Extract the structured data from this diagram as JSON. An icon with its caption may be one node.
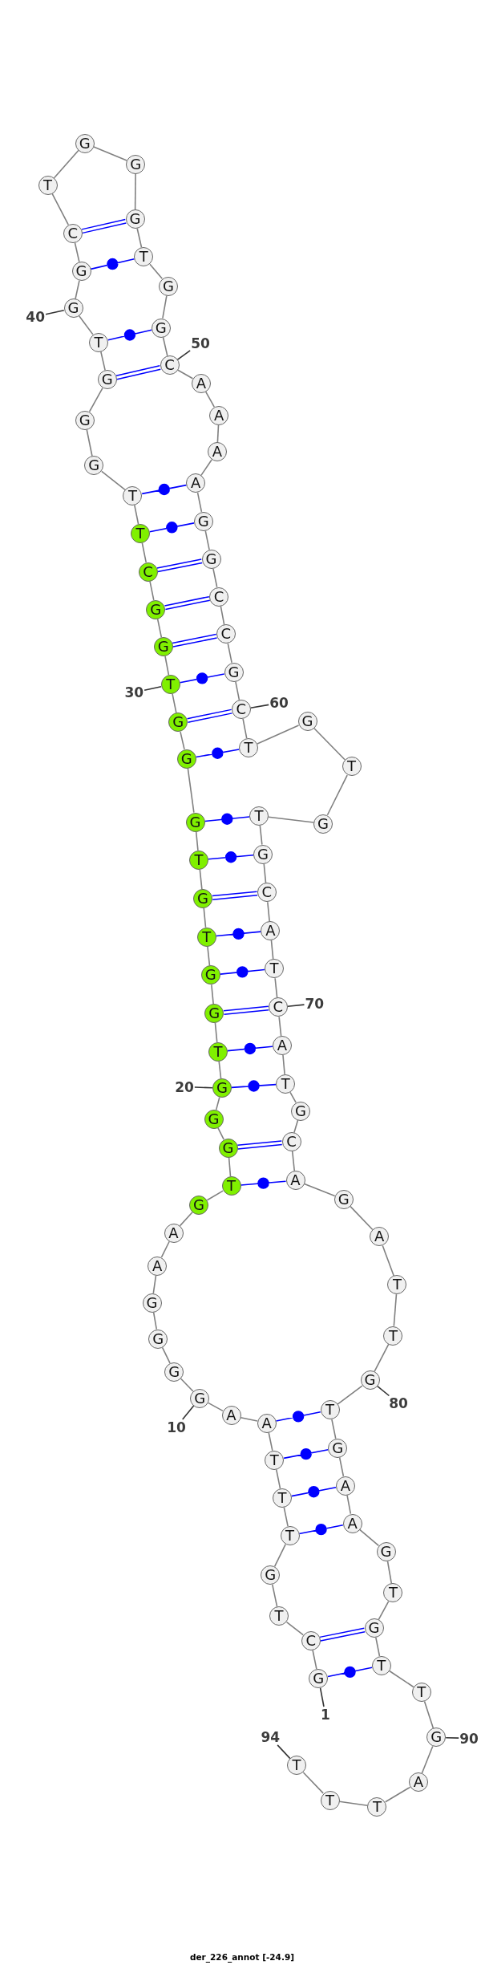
{
  "diagram": {
    "caption": "der_226_annot [-24.9]",
    "nodes": [
      {
        "text": [
          "G"
        ]
      },
      {
        "text": [
          "C"
        ]
      },
      {
        "text": [
          "T"
        ]
      },
      {
        "text": [
          "G"
        ]
      },
      {
        "text": [
          "T"
        ]
      },
      {
        "text": [
          "T"
        ]
      },
      {
        "text": [
          "T"
        ]
      },
      {
        "text": [
          "A"
        ]
      },
      {
        "text": [
          "A"
        ]
      },
      {
        "text": [
          "G"
        ]
      },
      {
        "text": [
          "G"
        ]
      },
      {
        "text": [
          "G"
        ]
      },
      {
        "text": [
          "G"
        ]
      },
      {
        "text": [
          "A"
        ]
      },
      {
        "text": [
          "A"
        ]
      },
      {
        "text": [
          "G"
        ]
      },
      {
        "text": [
          "T"
        ]
      },
      {
        "text": [
          "G"
        ]
      },
      {
        "text": [
          "G"
        ]
      },
      {
        "text": [
          "G"
        ]
      },
      {
        "text": [
          "T"
        ]
      },
      {
        "text": [
          "G"
        ]
      },
      {
        "text": [
          "G"
        ]
      },
      {
        "text": [
          "T"
        ]
      },
      {
        "text": [
          "G"
        ]
      },
      {
        "text": [
          "T"
        ]
      },
      {
        "text": [
          "G"
        ]
      },
      {
        "text": [
          "G"
        ]
      },
      {
        "text": [
          "G"
        ]
      },
      {
        "text": [
          "T"
        ]
      },
      {
        "text": [
          "G"
        ]
      },
      {
        "text": [
          "G"
        ]
      },
      {
        "text": [
          "C"
        ]
      },
      {
        "text": [
          "T"
        ]
      },
      {
        "text": [
          "T"
        ]
      },
      {
        "text": [
          "G"
        ]
      },
      {
        "text": [
          "G"
        ]
      },
      {
        "text": [
          "G"
        ]
      },
      {
        "text": [
          "T"
        ]
      },
      {
        "text": [
          "G"
        ]
      },
      {
        "text": [
          "G"
        ]
      },
      {
        "text": [
          "C"
        ]
      },
      {
        "text": [
          "T"
        ]
      },
      {
        "text": [
          "G"
        ]
      },
      {
        "text": [
          "G"
        ]
      },
      {
        "text": [
          "G"
        ]
      },
      {
        "text": [
          "T"
        ]
      },
      {
        "text": [
          "G"
        ]
      },
      {
        "text": [
          "G"
        ]
      },
      {
        "text": [
          "C"
        ]
      },
      {
        "text": [
          "A"
        ]
      },
      {
        "text": [
          "A"
        ]
      },
      {
        "text": [
          "A"
        ]
      },
      {
        "text": [
          "A"
        ]
      },
      {
        "text": [
          "G"
        ]
      },
      {
        "text": [
          "G"
        ]
      },
      {
        "text": [
          "C"
        ]
      },
      {
        "text": [
          "C"
        ]
      },
      {
        "text": [
          "G"
        ]
      },
      {
        "text": [
          "C"
        ]
      },
      {
        "text": [
          "T"
        ]
      },
      {
        "text": [
          "G"
        ]
      },
      {
        "text": [
          "T"
        ]
      },
      {
        "text": [
          "G"
        ]
      },
      {
        "text": [
          "T"
        ]
      },
      {
        "text": [
          "G"
        ]
      },
      {
        "text": [
          "C"
        ]
      },
      {
        "text": [
          "A"
        ]
      },
      {
        "text": [
          "T"
        ]
      },
      {
        "text": [
          "C"
        ]
      },
      {
        "text": [
          "A"
        ]
      },
      {
        "text": [
          "T"
        ]
      },
      {
        "text": [
          "G"
        ]
      },
      {
        "text": [
          "C"
        ]
      },
      {
        "text": [
          "A"
        ]
      },
      {
        "text": [
          "G"
        ]
      },
      {
        "text": [
          "A"
        ]
      },
      {
        "text": [
          "T"
        ]
      },
      {
        "text": [
          "T"
        ]
      },
      {
        "text": [
          "G"
        ]
      },
      {
        "text": [
          "T"
        ]
      },
      {
        "text": [
          "G"
        ]
      },
      {
        "text": [
          "A"
        ]
      },
      {
        "text": [
          "A"
        ]
      },
      {
        "text": [
          "G"
        ]
      },
      {
        "text": [
          "T"
        ]
      },
      {
        "text": [
          "G"
        ]
      },
      {
        "text": [
          "T"
        ]
      },
      {
        "text": [
          "T"
        ]
      },
      {
        "text": [
          "G"
        ]
      },
      {
        "text": [
          "A"
        ]
      },
      {
        "text": [
          "T"
        ]
      },
      {
        "text": [
          "T"
        ]
      },
      {
        "text": [
          "T"
        ]
      },
      {
        "text": [
          "1"
        ]
      },
      {
        "text": [
          "10"
        ]
      },
      {
        "text": [
          "20"
        ]
      },
      {
        "text": [
          "30"
        ]
      },
      {
        "text": [
          "40"
        ]
      },
      {
        "text": [
          "50"
        ]
      },
      {
        "text": [
          "60"
        ]
      },
      {
        "text": [
          "70"
        ]
      },
      {
        "text": [
          "80"
        ]
      },
      {
        "text": [
          "90"
        ]
      },
      {
        "text": [
          "94"
        ]
      }
    ],
    "edges": [
      {
        "from": 0,
        "to": 1,
        "arrow": "none"
      },
      {
        "from": 1,
        "to": 2,
        "arrow": "none"
      },
      {
        "from": 2,
        "to": 3,
        "arrow": "none"
      },
      {
        "from": 3,
        "to": 4,
        "arrow": "none"
      },
      {
        "from": 4,
        "to": 5,
        "arrow": "none"
      },
      {
        "from": 5,
        "to": 6,
        "arrow": "none"
      },
      {
        "from": 6,
        "to": 7,
        "arrow": "none"
      },
      {
        "from": 7,
        "to": 8,
        "arrow": "none"
      },
      {
        "from": 8,
        "to": 9,
        "arrow": "none"
      },
      {
        "from": 9,
        "to": 10,
        "arrow": "none"
      },
      {
        "from": 10,
        "to": 11,
        "arrow": "none"
      },
      {
        "from": 11,
        "to": 12,
        "arrow": "none"
      },
      {
        "from": 12,
        "to": 13,
        "arrow": "none"
      },
      {
        "from": 13,
        "to": 14,
        "arrow": "none"
      },
      {
        "from": 14,
        "to": 15,
        "arrow": "none"
      },
      {
        "from": 15,
        "to": 16,
        "arrow": "none"
      },
      {
        "from": 16,
        "to": 17,
        "arrow": "none"
      },
      {
        "from": 17,
        "to": 18,
        "arrow": "none"
      },
      {
        "from": 18,
        "to": 19,
        "arrow": "none"
      },
      {
        "from": 19,
        "to": 20,
        "arrow": "none"
      },
      {
        "from": 20,
        "to": 21,
        "arrow": "none"
      },
      {
        "from": 21,
        "to": 22,
        "arrow": "none"
      },
      {
        "from": 22,
        "to": 23,
        "arrow": "none"
      },
      {
        "from": 23,
        "to": 24,
        "arrow": "none"
      },
      {
        "from": 24,
        "to": 25,
        "arrow": "none"
      },
      {
        "from": 25,
        "to": 26,
        "arrow": "none"
      },
      {
        "from": 26,
        "to": 27,
        "arrow": "none"
      },
      {
        "from": 27,
        "to": 28,
        "arrow": "none"
      },
      {
        "from": 28,
        "to": 29,
        "arrow": "none"
      },
      {
        "from": 29,
        "to": 30,
        "arrow": "none"
      },
      {
        "from": 30,
        "to": 31,
        "arrow": "none"
      },
      {
        "from": 31,
        "to": 32,
        "arrow": "none"
      },
      {
        "from": 32,
        "to": 33,
        "arrow": "none"
      },
      {
        "from": 33,
        "to": 34,
        "arrow": "none"
      },
      {
        "from": 34,
        "to": 35,
        "arrow": "none"
      },
      {
        "from": 35,
        "to": 36,
        "arrow": "none"
      },
      {
        "from": 36,
        "to": 37,
        "arrow": "none"
      },
      {
        "from": 37,
        "to": 38,
        "arrow": "none"
      },
      {
        "from": 38,
        "to": 39,
        "arrow": "none"
      },
      {
        "from": 39,
        "to": 40,
        "arrow": "none"
      },
      {
        "from": 40,
        "to": 41,
        "arrow": "none"
      },
      {
        "from": 41,
        "to": 42,
        "arrow": "none"
      },
      {
        "from": 42,
        "to": 43,
        "arrow": "none"
      },
      {
        "from": 43,
        "to": 44,
        "arrow": "none"
      },
      {
        "from": 44,
        "to": 45,
        "arrow": "none"
      },
      {
        "from": 45,
        "to": 46,
        "arrow": "none"
      },
      {
        "from": 46,
        "to": 47,
        "arrow": "none"
      },
      {
        "from": 47,
        "to": 48,
        "arrow": "none"
      },
      {
        "from": 48,
        "to": 49,
        "arrow": "none"
      },
      {
        "from": 49,
        "to": 50,
        "arrow": "none"
      },
      {
        "from": 50,
        "to": 51,
        "arrow": "none"
      },
      {
        "from": 51,
        "to": 52,
        "arrow": "none"
      },
      {
        "from": 52,
        "to": 53,
        "arrow": "none"
      },
      {
        "from": 53,
        "to": 54,
        "arrow": "none"
      },
      {
        "from": 54,
        "to": 55,
        "arrow": "none"
      },
      {
        "from": 55,
        "to": 56,
        "arrow": "none"
      },
      {
        "from": 56,
        "to": 57,
        "arrow": "none"
      },
      {
        "from": 57,
        "to": 58,
        "arrow": "none"
      },
      {
        "from": 58,
        "to": 59,
        "arrow": "none"
      },
      {
        "from": 59,
        "to": 60,
        "arrow": "none"
      },
      {
        "from": 60,
        "to": 61,
        "arrow": "none"
      },
      {
        "from": 61,
        "to": 62,
        "arrow": "none"
      },
      {
        "from": 62,
        "to": 63,
        "arrow": "none"
      },
      {
        "from": 63,
        "to": 64,
        "arrow": "none"
      },
      {
        "from": 64,
        "to": 65,
        "arrow": "none"
      },
      {
        "from": 65,
        "to": 66,
        "arrow": "none"
      },
      {
        "from": 66,
        "to": 67,
        "arrow": "none"
      },
      {
        "from": 67,
        "to": 68,
        "arrow": "none"
      },
      {
        "from": 68,
        "to": 69,
        "arrow": "none"
      },
      {
        "from": 69,
        "to": 70,
        "arrow": "none"
      },
      {
        "from": 70,
        "to": 71,
        "arrow": "none"
      },
      {
        "from": 71,
        "to": 72,
        "arrow": "none"
      },
      {
        "from": 72,
        "to": 73,
        "arrow": "none"
      },
      {
        "from": 73,
        "to": 74,
        "arrow": "none"
      },
      {
        "from": 74,
        "to": 75,
        "arrow": "none"
      },
      {
        "from": 75,
        "to": 76,
        "arrow": "none"
      },
      {
        "from": 76,
        "to": 77,
        "arrow": "none"
      },
      {
        "from": 77,
        "to": 78,
        "arrow": "none"
      },
      {
        "from": 78,
        "to": 79,
        "arrow": "none"
      },
      {
        "from": 79,
        "to": 80,
        "arrow": "none"
      },
      {
        "from": 80,
        "to": 81,
        "arrow": "none"
      },
      {
        "from": 81,
        "to": 82,
        "arrow": "none"
      },
      {
        "from": 82,
        "to": 83,
        "arrow": "none"
      },
      {
        "from": 83,
        "to": 84,
        "arrow": "none"
      },
      {
        "from": 84,
        "to": 85,
        "arrow": "none"
      },
      {
        "from": 85,
        "to": 86,
        "arrow": "none"
      },
      {
        "from": 86,
        "to": 87,
        "arrow": "none"
      },
      {
        "from": 87,
        "to": 88,
        "arrow": "none"
      },
      {
        "from": 88,
        "to": 89,
        "arrow": "none"
      },
      {
        "from": 89,
        "to": 90,
        "arrow": "none"
      },
      {
        "from": 90,
        "to": 91,
        "arrow": "none"
      },
      {
        "from": 91,
        "to": 92,
        "arrow": "none"
      },
      {
        "from": 92,
        "to": 93,
        "arrow": "none"
      },
      {
        "from": 0,
        "to": 87,
        "arrow": "none",
        "color": "#0000ff"
      },
      {
        "from": 1,
        "to": 86,
        "arrow": "none",
        "color": "#0000ff"
      },
      {
        "from": 4,
        "to": 83,
        "arrow": "none",
        "color": "#0000ff"
      },
      {
        "from": 5,
        "to": 82,
        "arrow": "none",
        "color": "#0000ff"
      },
      {
        "from": 6,
        "to": 81,
        "arrow": "none",
        "color": "#0000ff"
      },
      {
        "from": 7,
        "to": 80,
        "arrow": "none",
        "color": "#0000ff"
      },
      {
        "from": 16,
        "to": 74,
        "arrow": "none",
        "color": "#0000ff"
      },
      {
        "from": 17,
        "to": 73,
        "arrow": "none",
        "color": "#0000ff"
      },
      {
        "from": 19,
        "to": 71,
        "arrow": "none",
        "color": "#0000ff"
      },
      {
        "from": 20,
        "to": 70,
        "arrow": "none",
        "color": "#0000ff"
      },
      {
        "from": 21,
        "to": 69,
        "arrow": "none",
        "color": "#0000ff"
      },
      {
        "from": 22,
        "to": 68,
        "arrow": "none",
        "color": "#0000ff"
      },
      {
        "from": 23,
        "to": 67,
        "arrow": "none",
        "color": "#0000ff"
      },
      {
        "from": 24,
        "to": 66,
        "arrow": "none",
        "color": "#0000ff"
      },
      {
        "from": 25,
        "to": 65,
        "arrow": "none",
        "color": "#0000ff"
      },
      {
        "from": 26,
        "to": 64,
        "arrow": "none",
        "color": "#0000ff"
      },
      {
        "from": 27,
        "to": 60,
        "arrow": "none",
        "color": "#0000ff"
      },
      {
        "from": 28,
        "to": 59,
        "arrow": "none",
        "color": "#0000ff"
      },
      {
        "from": 29,
        "to": 58,
        "arrow": "none",
        "color": "#0000ff"
      },
      {
        "from": 30,
        "to": 57,
        "arrow": "none",
        "color": "#0000ff"
      },
      {
        "from": 31,
        "to": 56,
        "arrow": "none",
        "color": "#0000ff"
      },
      {
        "from": 32,
        "to": 55,
        "arrow": "none",
        "color": "#0000ff"
      },
      {
        "from": 33,
        "to": 54,
        "arrow": "none",
        "color": "#0000ff"
      },
      {
        "from": 34,
        "to": 53,
        "arrow": "none",
        "color": "#0000ff"
      },
      {
        "from": 37,
        "to": 49,
        "arrow": "none",
        "color": "#0000ff"
      },
      {
        "from": 38,
        "to": 48,
        "arrow": "none",
        "color": "#0000ff"
      },
      {
        "from": 40,
        "to": 46,
        "arrow": "none",
        "color": "#0000ff"
      },
      {
        "from": 41,
        "to": 45,
        "arrow": "none",
        "color": "#0000ff"
      },
      {
        "from": 94,
        "to": 0,
        "arrow": "none",
        "color": "#333333"
      },
      {
        "from": 95,
        "to": 9,
        "arrow": "none",
        "color": "#333333"
      },
      {
        "from": 96,
        "to": 19,
        "arrow": "none",
        "color": "#333333"
      },
      {
        "from": 97,
        "to": 29,
        "arrow": "none",
        "color": "#333333"
      },
      {
        "from": 98,
        "to": 39,
        "arrow": "none",
        "color": "#333333"
      },
      {
        "from": 99,
        "to": 49,
        "arrow": "none",
        "color": "#333333"
      },
      {
        "from": 100,
        "to": 59,
        "arrow": "none",
        "color": "#333333"
      },
      {
        "from": 101,
        "to": 69,
        "arrow": "none",
        "color": "#333333"
      },
      {
        "from": 102,
        "to": 79,
        "arrow": "none",
        "color": "#333333"
      },
      {
        "from": 103,
        "to": 89,
        "arrow": "none",
        "color": "#333333"
      },
      {
        "from": 104,
        "to": 93,
        "arrow": "none",
        "color": "#333333"
      }
    ]
  }
}
